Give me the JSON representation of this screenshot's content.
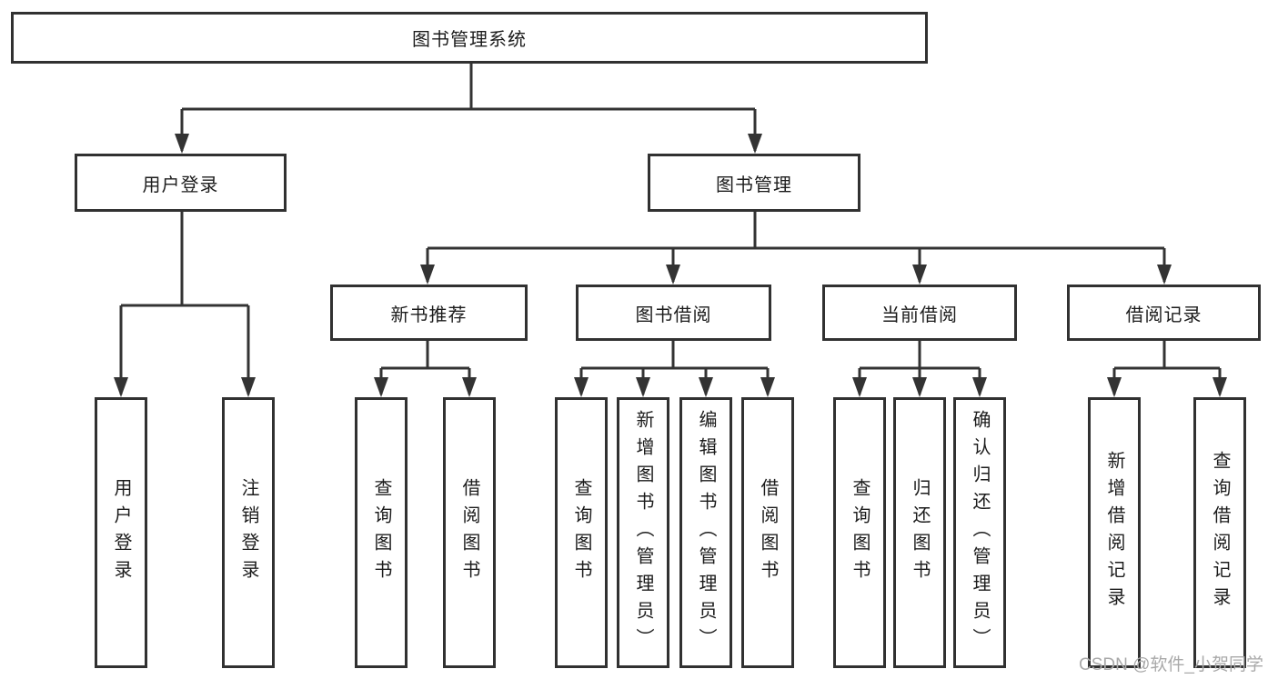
{
  "diagram": {
    "title": "图书管理系统",
    "root": {
      "label": "图书管理系统"
    },
    "branches": [
      {
        "label": "用户登录",
        "leaves": [
          "用户登录",
          "注销登录"
        ],
        "children": []
      },
      {
        "label": "图书管理",
        "leaves": [],
        "children": [
          {
            "label": "新书推荐",
            "leaves": [
              "查询图书",
              "借阅图书"
            ]
          },
          {
            "label": "图书借阅",
            "leaves": [
              "查询图书",
              "新增图书（管理员）",
              "编辑图书（管理员）",
              "借阅图书"
            ]
          },
          {
            "label": "当前借阅",
            "leaves": [
              "查询图书",
              "归还图书",
              "确认归还（管理员）"
            ]
          },
          {
            "label": "借阅记录",
            "leaves": [
              "新增借阅记录",
              "查询借阅记录"
            ]
          }
        ]
      }
    ],
    "colors": {
      "line": "#333333",
      "border": "#313131",
      "text": "#1c1c1c",
      "background": "#ffffff",
      "watermark": "#a9a9a9"
    },
    "watermark": "CSDN @软件_小贺同学"
  }
}
